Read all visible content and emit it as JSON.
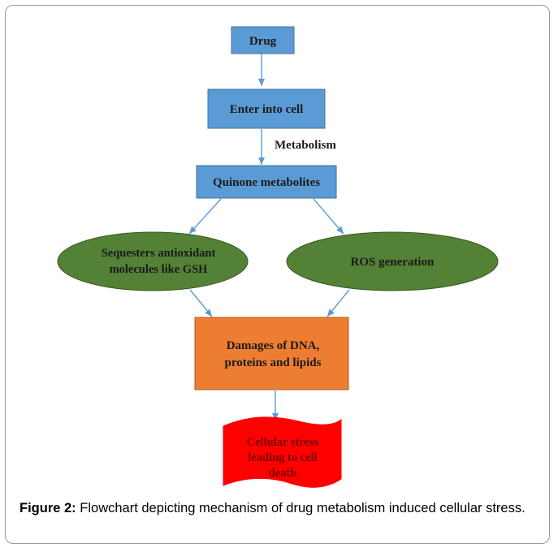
{
  "colors": {
    "blue_box_fill": "#5b9bd5",
    "blue_box_stroke": "#41719c",
    "green_ellipse_fill": "#538135",
    "green_ellipse_stroke": "#385723",
    "orange_box_fill": "#ed7d31",
    "orange_box_stroke": "#ae5a21",
    "red_wave_fill": "#ff0000",
    "arrow_color": "#5b9bd5",
    "node_text": "#1a1a1a",
    "wave_text": "#7a0000"
  },
  "diagram": {
    "drug": "Drug",
    "enter_cell": "Enter into cell",
    "metabolism": "Metabolism",
    "quinone": "Quinone metabolites",
    "sequesters": [
      "Sequesters antioxidant",
      "molecules like GSH"
    ],
    "ros": "ROS generation",
    "damages": [
      "Damages of  DNA,",
      "proteins and lipids"
    ],
    "stress": [
      "Cellular stress",
      "leading to cell",
      "death"
    ]
  },
  "caption": {
    "label": "Figure 2:",
    "text": " Flowchart depicting mechanism of drug metabolism induced cellular stress."
  }
}
